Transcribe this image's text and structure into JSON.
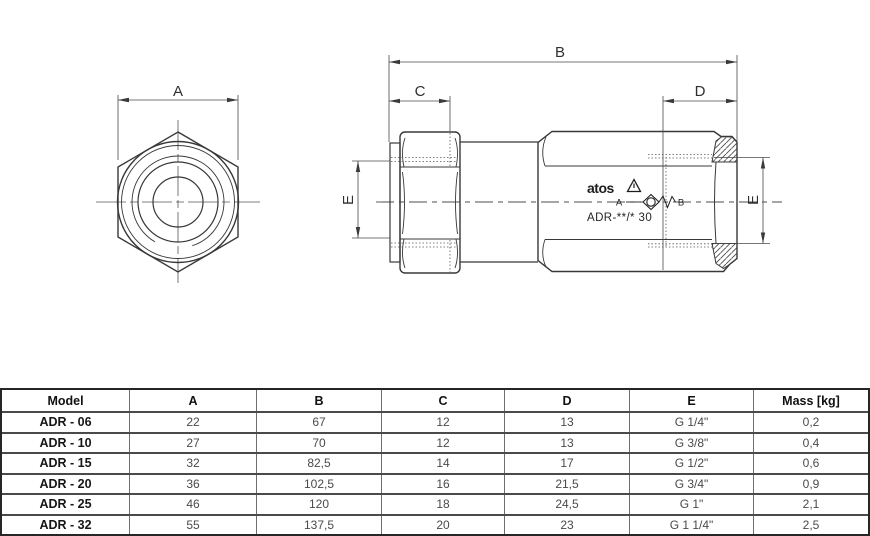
{
  "drawing": {
    "dims": {
      "a": "A",
      "b": "B",
      "c": "C",
      "d": "D",
      "e_left": "E",
      "e_right": "E"
    },
    "brand": {
      "logo": "atos",
      "model_code": "ADR-**/* 30"
    },
    "symbol": {
      "port_a": "A",
      "port_b": "B"
    }
  },
  "table": {
    "headers": [
      "Model",
      "A",
      "B",
      "C",
      "D",
      "E",
      "Mass [kg]"
    ],
    "rows": [
      {
        "model": "ADR - 06",
        "a": "22",
        "b": "67",
        "c": "12",
        "d": "13",
        "e": "G 1/4\"",
        "mass": "0,2"
      },
      {
        "model": "ADR - 10",
        "a": "27",
        "b": "70",
        "c": "12",
        "d": "13",
        "e": "G 3/8\"",
        "mass": "0,4"
      },
      {
        "model": "ADR - 15",
        "a": "32",
        "b": "82,5",
        "c": "14",
        "d": "17",
        "e": "G 1/2\"",
        "mass": "0,6"
      },
      {
        "model": "ADR - 20",
        "a": "36",
        "b": "102,5",
        "c": "16",
        "d": "21,5",
        "e": "G 3/4\"",
        "mass": "0,9"
      },
      {
        "model": "ADR - 25",
        "a": "46",
        "b": "120",
        "c": "18",
        "d": "24,5",
        "e": "G 1\"",
        "mass": "2,1"
      },
      {
        "model": "ADR - 32",
        "a": "55",
        "b": "137,5",
        "c": "20",
        "d": "23",
        "e": "G 1 1/4\"",
        "mass": "2,5"
      }
    ]
  },
  "colors": {
    "line": "#383838",
    "text_dark": "#151515",
    "text_gray": "#4a4a4a"
  }
}
